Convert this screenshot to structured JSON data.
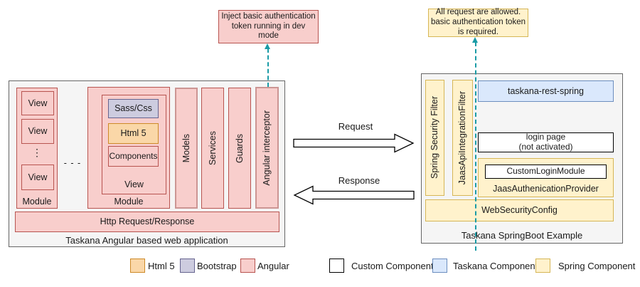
{
  "colors": {
    "pink": "#f8cecc",
    "pink_border": "#b85450",
    "pink_border_light": "#cc9593",
    "orange": "#fad7a8",
    "orange_border": "#cd8a28",
    "lavender": "#cdccdf",
    "lavender_border": "#66648f",
    "yellow": "#fff2cc",
    "yellow_border": "#d6b656",
    "blue": "#dae8fc",
    "blue_border": "#6c8ebf",
    "container_fill": "#f5f5f5",
    "container_border": "#666666",
    "teal": "#1a9ba6",
    "black": "#000000",
    "white": "#ffffff"
  },
  "annotations": {
    "left": "Inject basic authentication token running in dev mode",
    "right": "All request are allowed. basic authentication token is required."
  },
  "arrows": {
    "request": "Request",
    "response": "Response"
  },
  "left_app": {
    "title": "Taskana Angular based web application",
    "module1": {
      "views": [
        "View",
        "View",
        "View"
      ],
      "label": "Module",
      "ellipsis": "⋮"
    },
    "separator": "- - -",
    "module2": {
      "label": "Module",
      "view_label": "View",
      "sass": "Sass/Css",
      "html5": "Html 5",
      "components": "Components"
    },
    "bars": [
      "Models",
      "Services",
      "Guards",
      "Angular interceptor"
    ],
    "http": "Http Request/Response"
  },
  "right_app": {
    "title": "Taskana SpringBoot Example",
    "filters": [
      "Spring Security Filter",
      "JaasApiIntegrationFilter"
    ],
    "rest": "taskana-rest-spring",
    "login_line1": "login page",
    "login_line2": "(not activated)",
    "provider": "JaasAuthenicationProvider",
    "custom_login": "CustomLoginModule",
    "web_security": "WebSecurityConfig"
  },
  "legend": {
    "items": [
      {
        "label": "Html 5",
        "type": "html5"
      },
      {
        "label": "Bootstrap",
        "type": "bootstrap"
      },
      {
        "label": "Angular",
        "type": "angular"
      },
      {
        "label": "Custom Component",
        "type": "custom"
      },
      {
        "label": "Taskana Component",
        "type": "taskana"
      },
      {
        "label": "Spring Component",
        "type": "spring"
      }
    ]
  }
}
